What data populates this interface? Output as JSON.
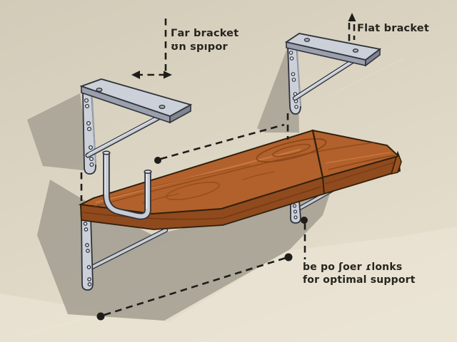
{
  "labels": {
    "top_left": {
      "line1": "Γar bracket",
      "line2": "ʊn spıpor"
    },
    "top_right": {
      "text": "Flat bracket"
    },
    "bottom_right": {
      "line1": "be po ʃoer ɾlonks",
      "line2": "for optimal support"
    }
  },
  "colors": {
    "background_top": "#d2cbb8",
    "background_bottom": "#e8e2d3",
    "wall_shadow": "#a29e91",
    "wood_top": "#b2612c",
    "wood_front": "#8f4a1d",
    "wood_end": "#9c5222",
    "wood_grain_dark": "#8a4617",
    "wood_grain_light": "#c97a41",
    "wood_outline": "#32200c",
    "metal_light": "#ccd1d9",
    "metal_mid": "#9aa0ad",
    "metal_dark": "#7e8490",
    "metal_outline": "#30333b",
    "annotation": "#1e1d1a",
    "label_text": "#26241e"
  }
}
